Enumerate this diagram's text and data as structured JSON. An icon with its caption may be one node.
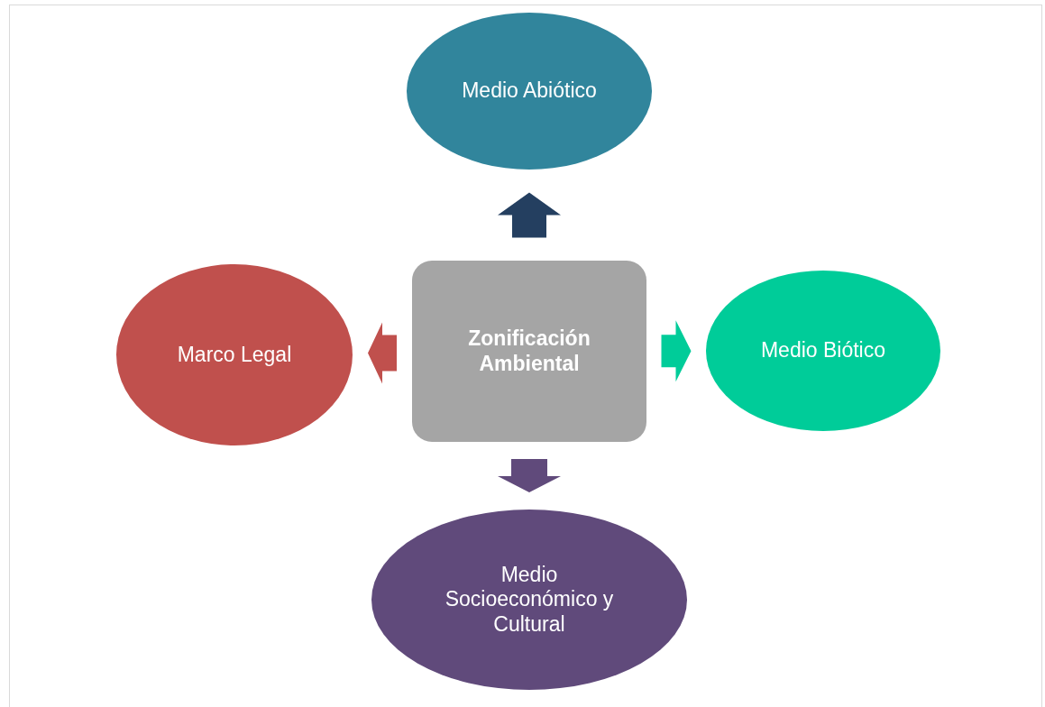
{
  "diagram": {
    "nodes": [
      {
        "text": [
          "Zonificación Ambiental"
        ]
      },
      {
        "text": [
          "Medio Abiótico"
        ]
      },
      {
        "text": [
          "Medio Biótico"
        ]
      },
      {
        "text": [
          "Medio Socioeconómico y Cultural"
        ]
      },
      {
        "text": [
          "Marco Legal"
        ]
      }
    ],
    "edges": [
      {
        "from": 0,
        "to": 1,
        "arrow": "to",
        "style": "thick",
        "color": "#243f60"
      },
      {
        "from": 0,
        "to": 2,
        "arrow": "to",
        "style": "thick",
        "color": "#00cc99"
      },
      {
        "from": 0,
        "to": 3,
        "arrow": "to",
        "style": "thick",
        "color": "#604a7b"
      },
      {
        "from": 0,
        "to": 4,
        "arrow": "to",
        "style": "thick",
        "color": "#c0504d"
      }
    ]
  }
}
